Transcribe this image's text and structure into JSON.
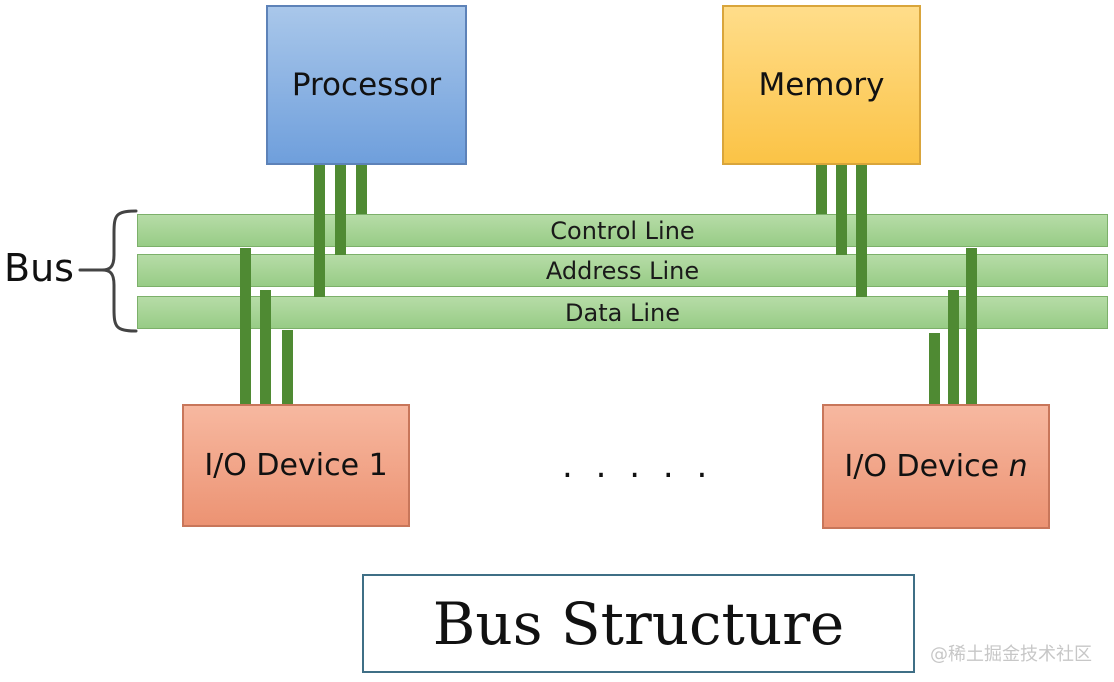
{
  "diagram": {
    "boxes": {
      "processor": "Processor",
      "memory": "Memory",
      "io_device_1": "I/O Device 1",
      "io_device_n_prefix": "I/O Device ",
      "io_device_n_var": "n"
    },
    "bus": {
      "label": "Bus",
      "lines": {
        "control": "Control Line",
        "address": "Address Line",
        "data": "Data Line"
      }
    },
    "ellipsis": ". . . . .",
    "title": "Bus Structure"
  },
  "watermark": "@稀土掘金技术社区",
  "colors": {
    "processor": "#6f9fdc",
    "memory": "#fbc346",
    "io_device": "#ec9373",
    "bus_line": "#98cc86",
    "wire": "#4f8a33"
  }
}
